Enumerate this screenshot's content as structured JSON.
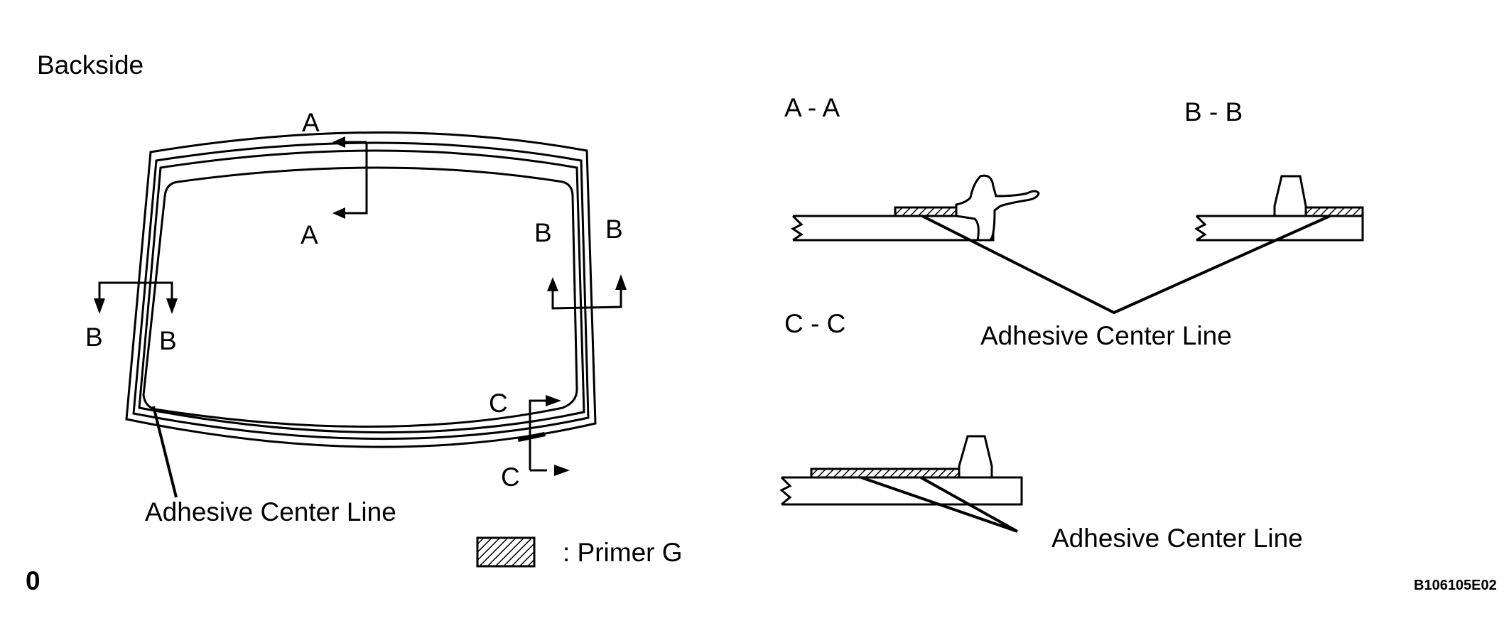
{
  "view_label": "Backside",
  "sections": {
    "a": "A",
    "b": "B",
    "c": "C",
    "aa": "A - A",
    "bb": "B - B",
    "cc": "C - C"
  },
  "adhesive_center_line": "Adhesive Center Line",
  "legend": {
    "primer": ": Primer G"
  },
  "corner_mark": "0",
  "figure_id": "B106105E02"
}
